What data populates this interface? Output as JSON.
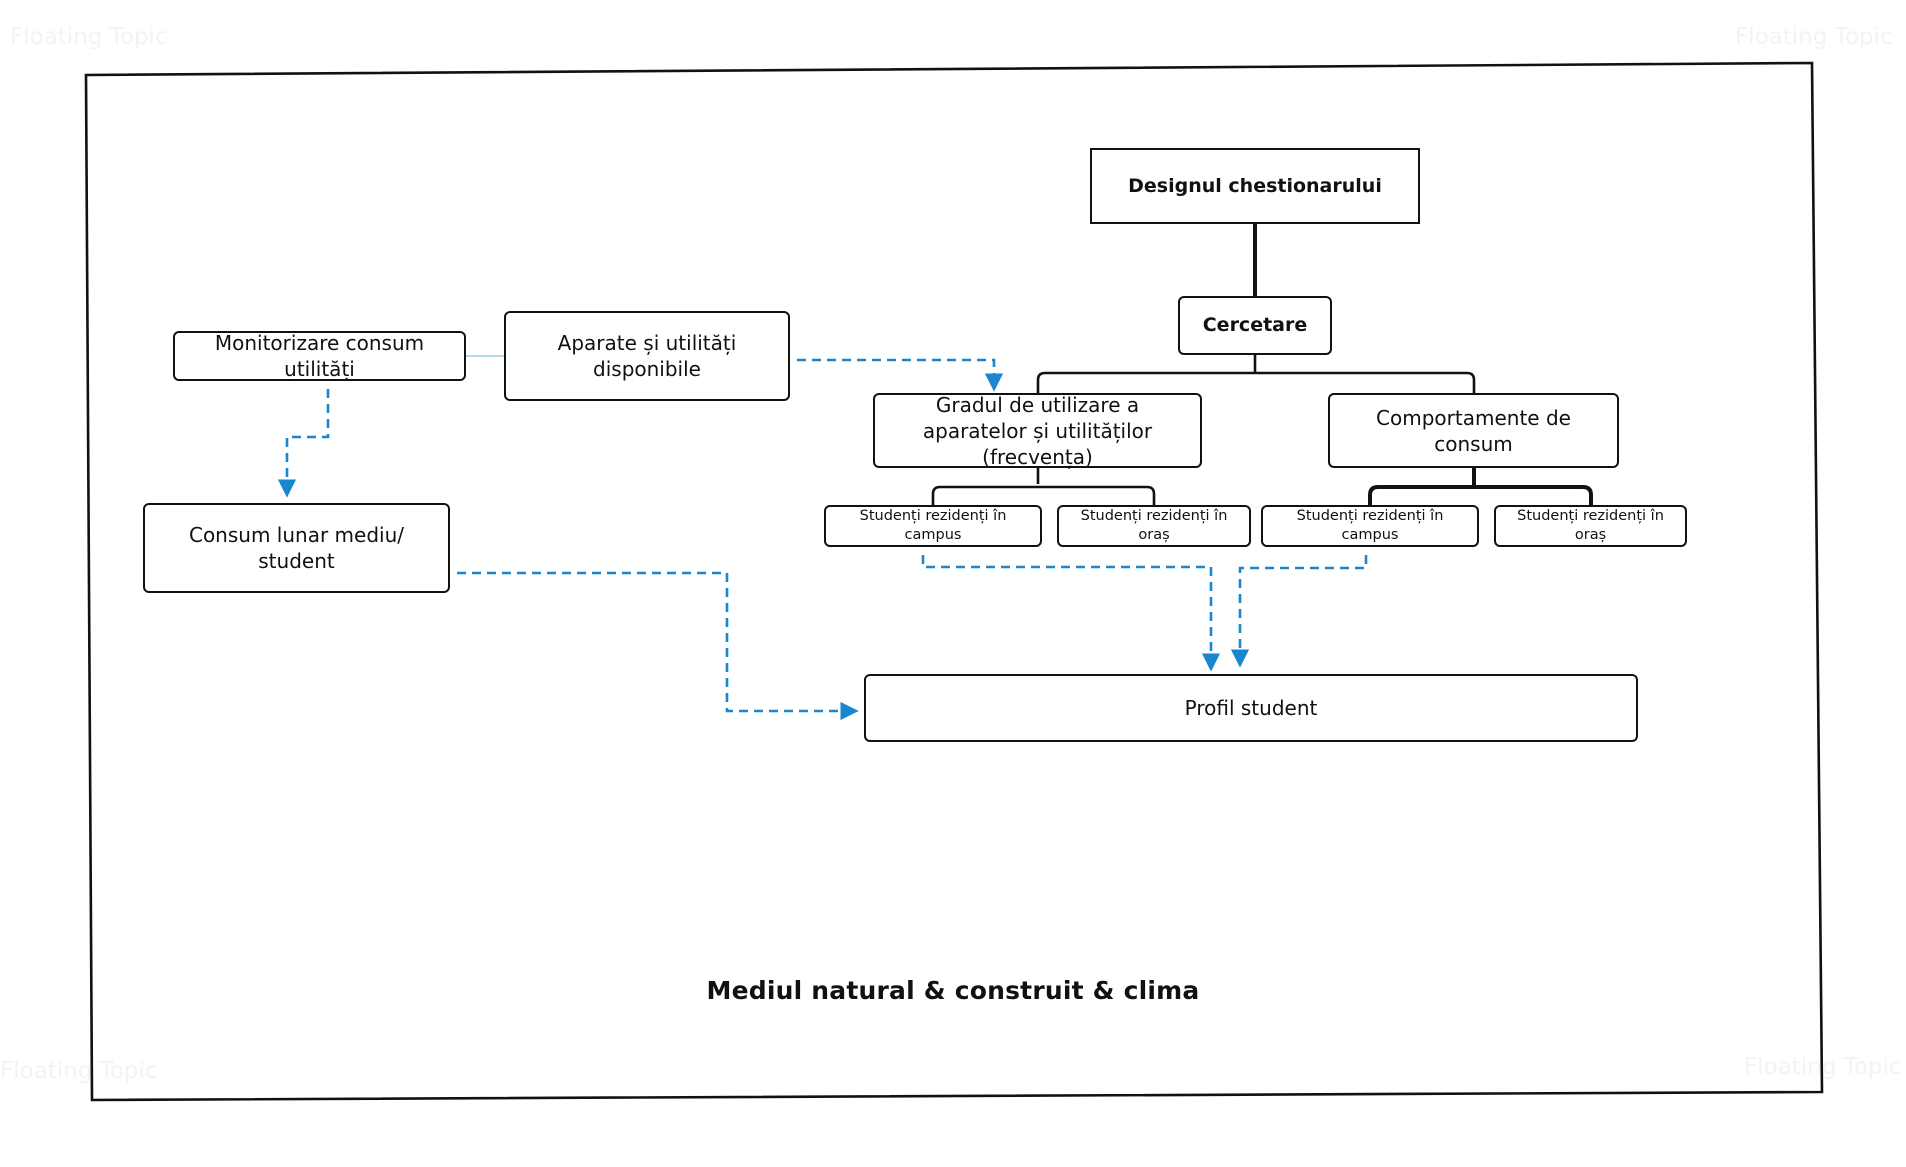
{
  "diagram": {
    "root": "Designul chestionarului",
    "research": "Cercetare",
    "usage_degree": "Gradul de utilizare a aparatelor și utilităților (frecvența)",
    "consumption_behaviour": "Comportamente de consum",
    "campus_students": "Studenți rezidenți în campus",
    "city_students": "Studenți rezidenți în oraș",
    "monitoring": "Monitorizare consum utilități",
    "appliances": "Aparate și utilități disponibile",
    "monthly_consumption": "Consum lunar mediu/ student",
    "student_profile": "Profil student",
    "environment_title": "Mediul natural & construit & clima",
    "ghost_label": "Floating Topic"
  },
  "colors": {
    "line": "#111111",
    "dashed_arrow": "#1a86d0",
    "ghost_text": "#f3f3f3"
  }
}
